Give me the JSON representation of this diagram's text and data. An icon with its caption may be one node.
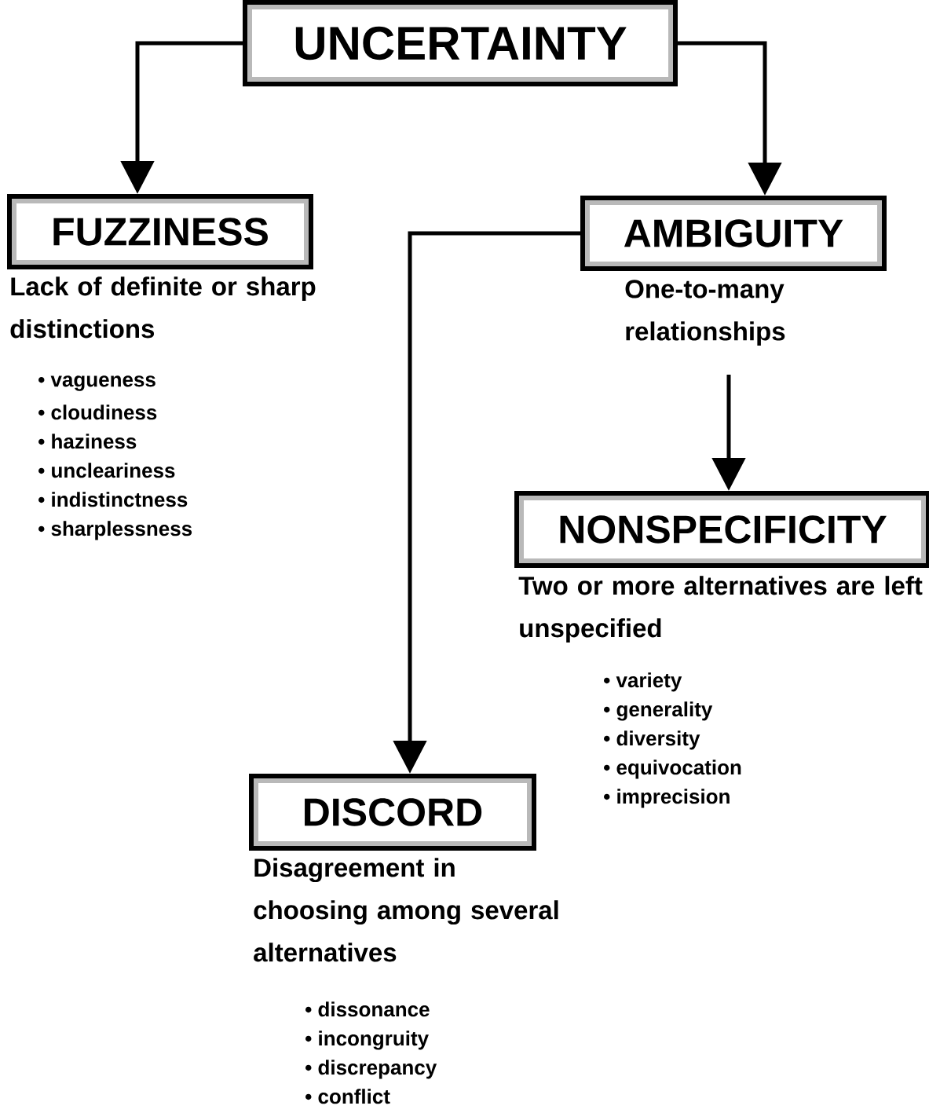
{
  "diagram": {
    "nodes": [
      {
        "text": [
          "UNCERTAINTY"
        ]
      },
      {
        "text": [
          "FUZZINESS"
        ],
        "beside": [
          "Lack of definite or sharp distinctions",
          "• vagueness",
          "• cloudiness",
          "• haziness",
          "• uncleariness",
          "• indistinctness",
          "• sharplessness"
        ]
      },
      {
        "text": [
          "AMBIGUITY"
        ],
        "beside": [
          "One-to-many relationships"
        ]
      },
      {
        "text": [
          "NONSPECIFICITY"
        ],
        "beside": [
          "Two or more alternatives are left unspecified",
          "• variety",
          "• generality",
          "• diversity",
          "• equivocation",
          "• imprecision"
        ]
      },
      {
        "text": [
          "DISCORD"
        ],
        "beside": [
          "Disagreement in choosing among several alternatives",
          "• dissonance",
          "• incongruity",
          "• discrepancy",
          "• conflict"
        ]
      }
    ],
    "edges": [
      {
        "from": 0,
        "to": 1,
        "arrow": "to"
      },
      {
        "from": 0,
        "to": 2,
        "arrow": "to"
      },
      {
        "from": 2,
        "to": 3,
        "arrow": "to"
      },
      {
        "from": 2,
        "to": 4,
        "arrow": "to"
      }
    ]
  }
}
